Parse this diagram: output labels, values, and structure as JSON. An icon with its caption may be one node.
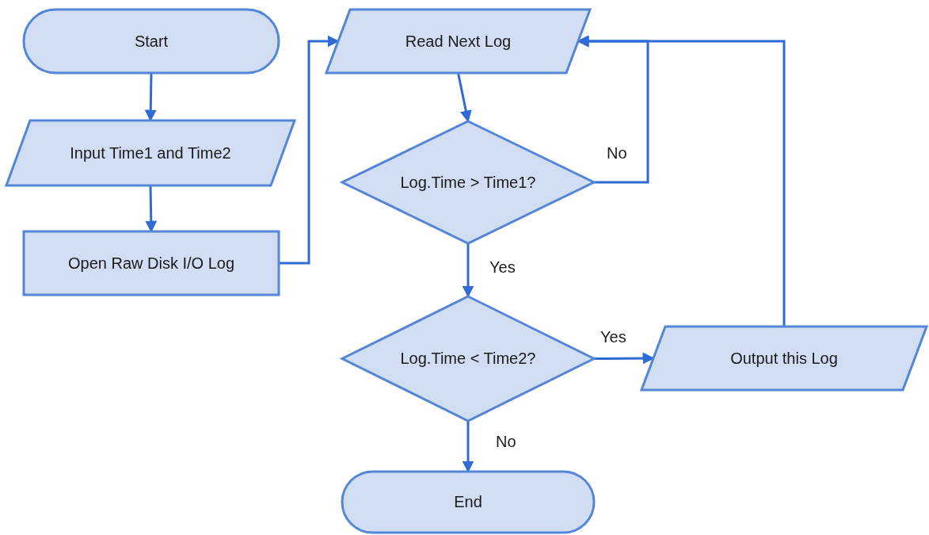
{
  "diagram": {
    "nodes": [
      {
        "text": [
          "Start"
        ]
      },
      {
        "text": [
          "Input Time1 and Time2"
        ]
      },
      {
        "text": [
          "Open Raw Disk I/O Log"
        ]
      },
      {
        "text": [
          "Read Next Log"
        ]
      },
      {
        "text": [
          "Log.Time > Time1?"
        ]
      },
      {
        "text": [
          "Log.Time < Time2?"
        ]
      },
      {
        "text": [
          "Output this Log"
        ]
      },
      {
        "text": [
          "End"
        ]
      }
    ],
    "edges": [
      {
        "from": 0,
        "to": 1,
        "arrow": "to"
      },
      {
        "from": 1,
        "to": 2,
        "arrow": "to"
      },
      {
        "from": 2,
        "to": 3,
        "arrow": "to"
      },
      {
        "from": 3,
        "to": 4,
        "arrow": "to"
      },
      {
        "from": 4,
        "to": 3,
        "arrow": "to",
        "label": "No"
      },
      {
        "from": 4,
        "to": 5,
        "arrow": "to",
        "label": "Yes"
      },
      {
        "from": 5,
        "to": 6,
        "arrow": "to",
        "label": "Yes"
      },
      {
        "from": 6,
        "to": 3,
        "arrow": "to"
      },
      {
        "from": 5,
        "to": 7,
        "arrow": "to",
        "label": "No"
      }
    ]
  }
}
